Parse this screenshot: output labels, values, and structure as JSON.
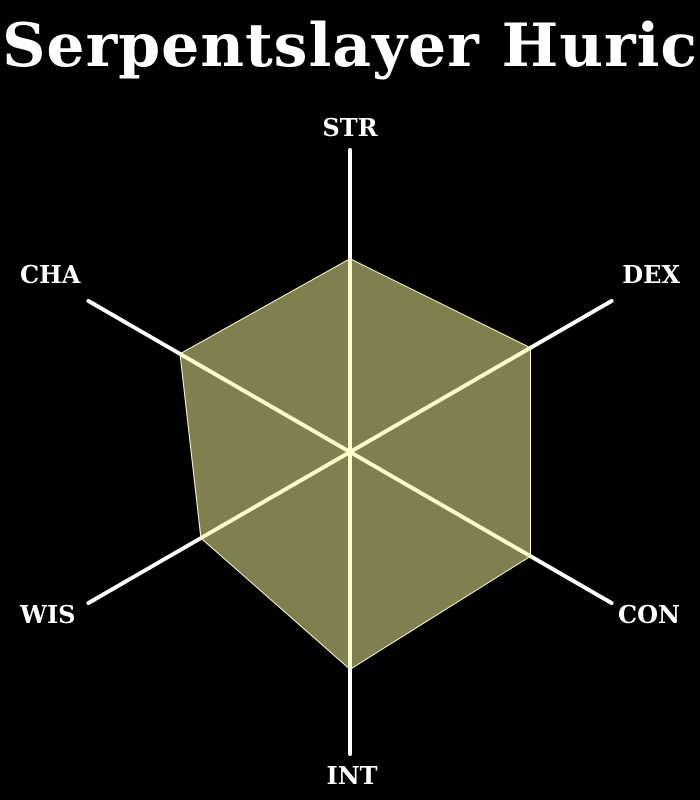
{
  "chart_data": {
    "type": "radar",
    "title": "Serpentslayer Huric",
    "axes": [
      "STR",
      "DEX",
      "CON",
      "INT",
      "WIS",
      "CHA"
    ],
    "values": [
      64,
      69,
      69,
      72,
      57,
      65
    ],
    "range": [
      0,
      100
    ],
    "fill_color": "#7f7f4f",
    "outline_color": "#ffffcc",
    "axis_color": "#ffffff",
    "background": "#000000"
  }
}
